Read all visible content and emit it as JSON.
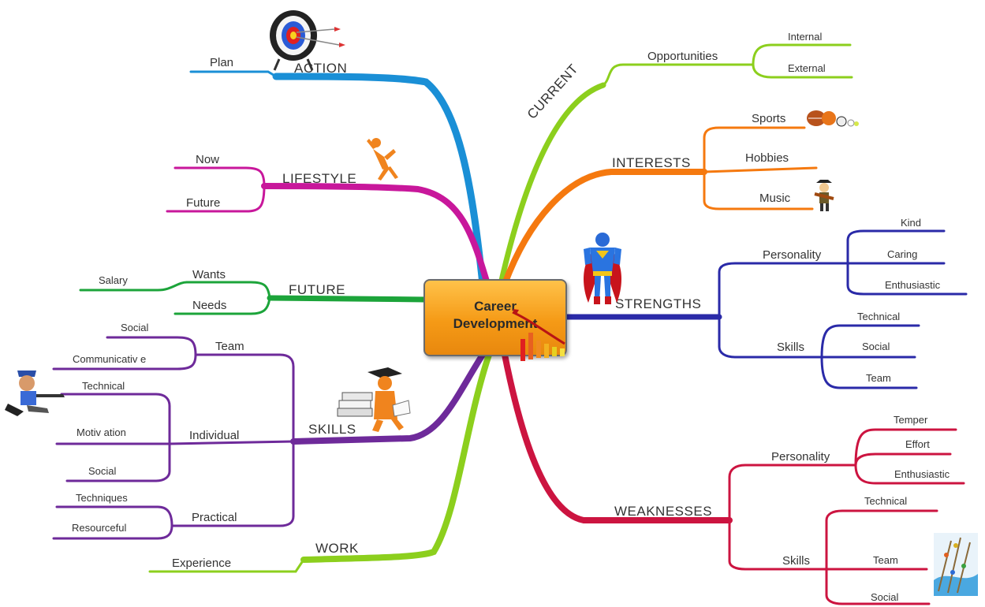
{
  "center": {
    "line1": "Career",
    "line2": "Development"
  },
  "branches": {
    "action": {
      "title": "ACTION",
      "children": [
        "Plan"
      ]
    },
    "current": {
      "title": "CURRENT",
      "opportunities": "Opportunities",
      "children": [
        "Internal",
        "External"
      ]
    },
    "lifestyle": {
      "title": "LIFESTYLE",
      "children": [
        "Now",
        "Future"
      ]
    },
    "interests": {
      "title": "INTERESTS",
      "children": [
        "Sports",
        "Hobbies",
        "Music"
      ]
    },
    "future": {
      "title": "FUTURE",
      "wants": "Wants",
      "salary": "Salary",
      "needs": "Needs"
    },
    "strengths": {
      "title": "STRENGTHS",
      "personality": {
        "label": "Personality",
        "children": [
          "Kind",
          "Caring",
          "Enthusiastic"
        ]
      },
      "skills": {
        "label": "Skills",
        "children": [
          "Technical",
          "Social",
          "Team"
        ]
      }
    },
    "skills": {
      "title": "SKILLS",
      "team": {
        "label": "Team",
        "children": [
          "Social",
          "Communicativ e"
        ]
      },
      "individual": {
        "label": "Individual",
        "children": [
          "Technical",
          "Motiv ation",
          "Social"
        ]
      },
      "practical": {
        "label": "Practical",
        "children": [
          "Techniques",
          "Resourceful"
        ]
      }
    },
    "weaknesses": {
      "title": "WEAKNESSES",
      "personality": {
        "label": "Personality",
        "children": [
          "Temper",
          "Effort",
          "Enthusiastic"
        ]
      },
      "skills": {
        "label": "Skills",
        "children": [
          "Technical",
          "Team",
          "Social"
        ]
      }
    },
    "work": {
      "title": "WORK",
      "children": [
        "Experience"
      ]
    }
  },
  "colors": {
    "action": "#1a8fd6",
    "current": "#8ccf1d",
    "interests": "#f5790f",
    "lifestyle": "#c8179b",
    "future": "#1ca43a",
    "strengths": "#2a2aa8",
    "skills": "#6e2a9a",
    "weaknesses": "#cc1440",
    "work": "#8ccf1d",
    "center": "#f59a16"
  },
  "icons": [
    "archery-target-icon",
    "dancing-figure-icon",
    "sports-balls-icon",
    "musician-icon",
    "superhero-icon",
    "graduate-reading-icon",
    "person-with-laptop-icon",
    "team-climbing-icon",
    "growth-chart-icon"
  ]
}
